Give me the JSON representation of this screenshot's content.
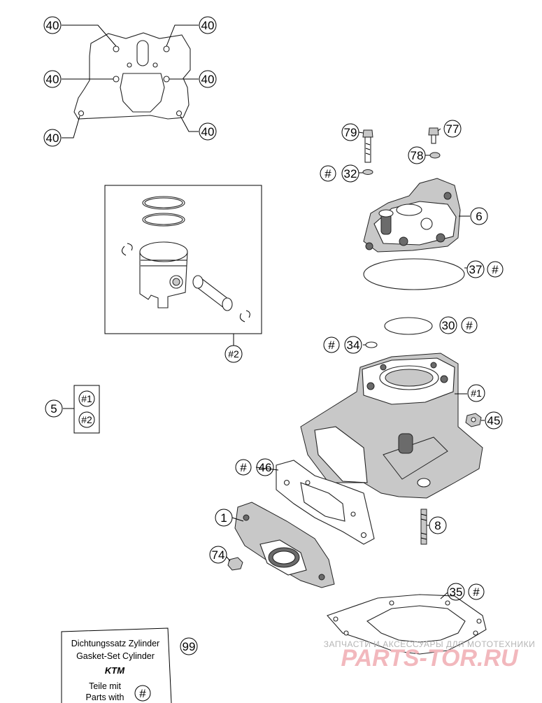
{
  "callouts": {
    "c40a": "40",
    "c40b": "40",
    "c40c": "40",
    "c40d": "40",
    "c40e": "40",
    "c40f": "40",
    "c79": "79",
    "c77": "77",
    "c78": "78",
    "c32": "32",
    "c6": "6",
    "c37": "37",
    "c2": "#2",
    "c30": "30",
    "c34": "34",
    "c1hash": "#1",
    "c45": "45",
    "c5": "5",
    "c5a": "#1",
    "c5b": "#2",
    "c46": "46",
    "c1": "1",
    "c8": "8",
    "c74": "74",
    "c35": "35",
    "c99": "99",
    "hash": "#"
  },
  "kit": {
    "line1": "Dichtungssatz Zylinder",
    "line2": "Gasket-Set Cylinder",
    "brand": "KTM",
    "line3": "Teile mit",
    "line4": "Parts with",
    "hash": "#"
  },
  "watermark": {
    "line1": "ЗАПЧАСТИ И АКСЕССУАРЫ ДЛЯ МОТОТЕХНИКИ",
    "line2": "PARTS-TOR.RU"
  }
}
